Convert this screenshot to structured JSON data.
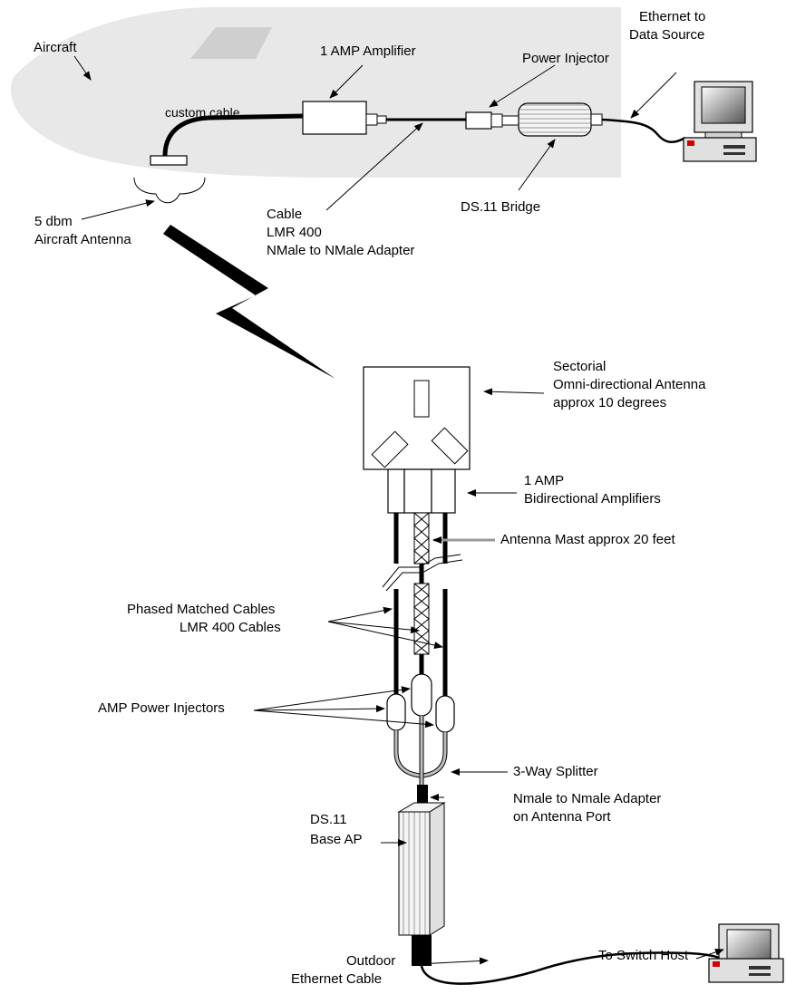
{
  "labels": {
    "aircraft": "Aircraft",
    "amplifier": "1 AMP Amplifier",
    "custom_cable": "custom cable",
    "power_injector": "Power Injector",
    "ethernet_line1": "Ethernet to",
    "ethernet_line2": "Data Source",
    "antenna_line1": "5 dbm",
    "antenna_line2": "Aircraft Antenna",
    "cable_line1": "Cable",
    "cable_line2": "LMR 400",
    "cable_line3": "NMale to NMale Adapter",
    "bridge": "DS.11 Bridge",
    "sectorial_line1": "Sectorial",
    "sectorial_line2": "Omni-directional Antenna",
    "sectorial_line3": "approx 10 degrees",
    "bidir_line1": "1 AMP",
    "bidir_line2": "Bidirectional Amplifiers",
    "mast": "Antenna Mast approx 20 feet",
    "phased_line1": "Phased Matched Cables",
    "phased_line2": "LMR 400 Cables",
    "injectors": "AMP Power Injectors",
    "splitter": "3-Way Splitter",
    "adapter_line1": "Nmale to Nmale Adapter",
    "adapter_line2": "on Antenna Port",
    "ap_line1": "DS.11",
    "ap_line2": "Base AP",
    "switch": "To Switch Host",
    "outdoor_line1": "Outdoor",
    "outdoor_line2": "Ethernet Cable"
  },
  "colors": {
    "fuselage": "#e8e8e8",
    "window": "#cfcfcf",
    "line": "#000000",
    "splitter_gray": "#bdbdbd",
    "screen": "#6e6e6e"
  }
}
